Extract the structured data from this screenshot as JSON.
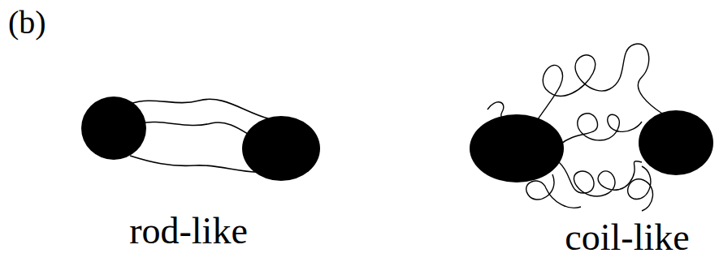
{
  "diagram": {
    "labels": [
      "(b)",
      "rod-like",
      "coil-like"
    ]
  }
}
